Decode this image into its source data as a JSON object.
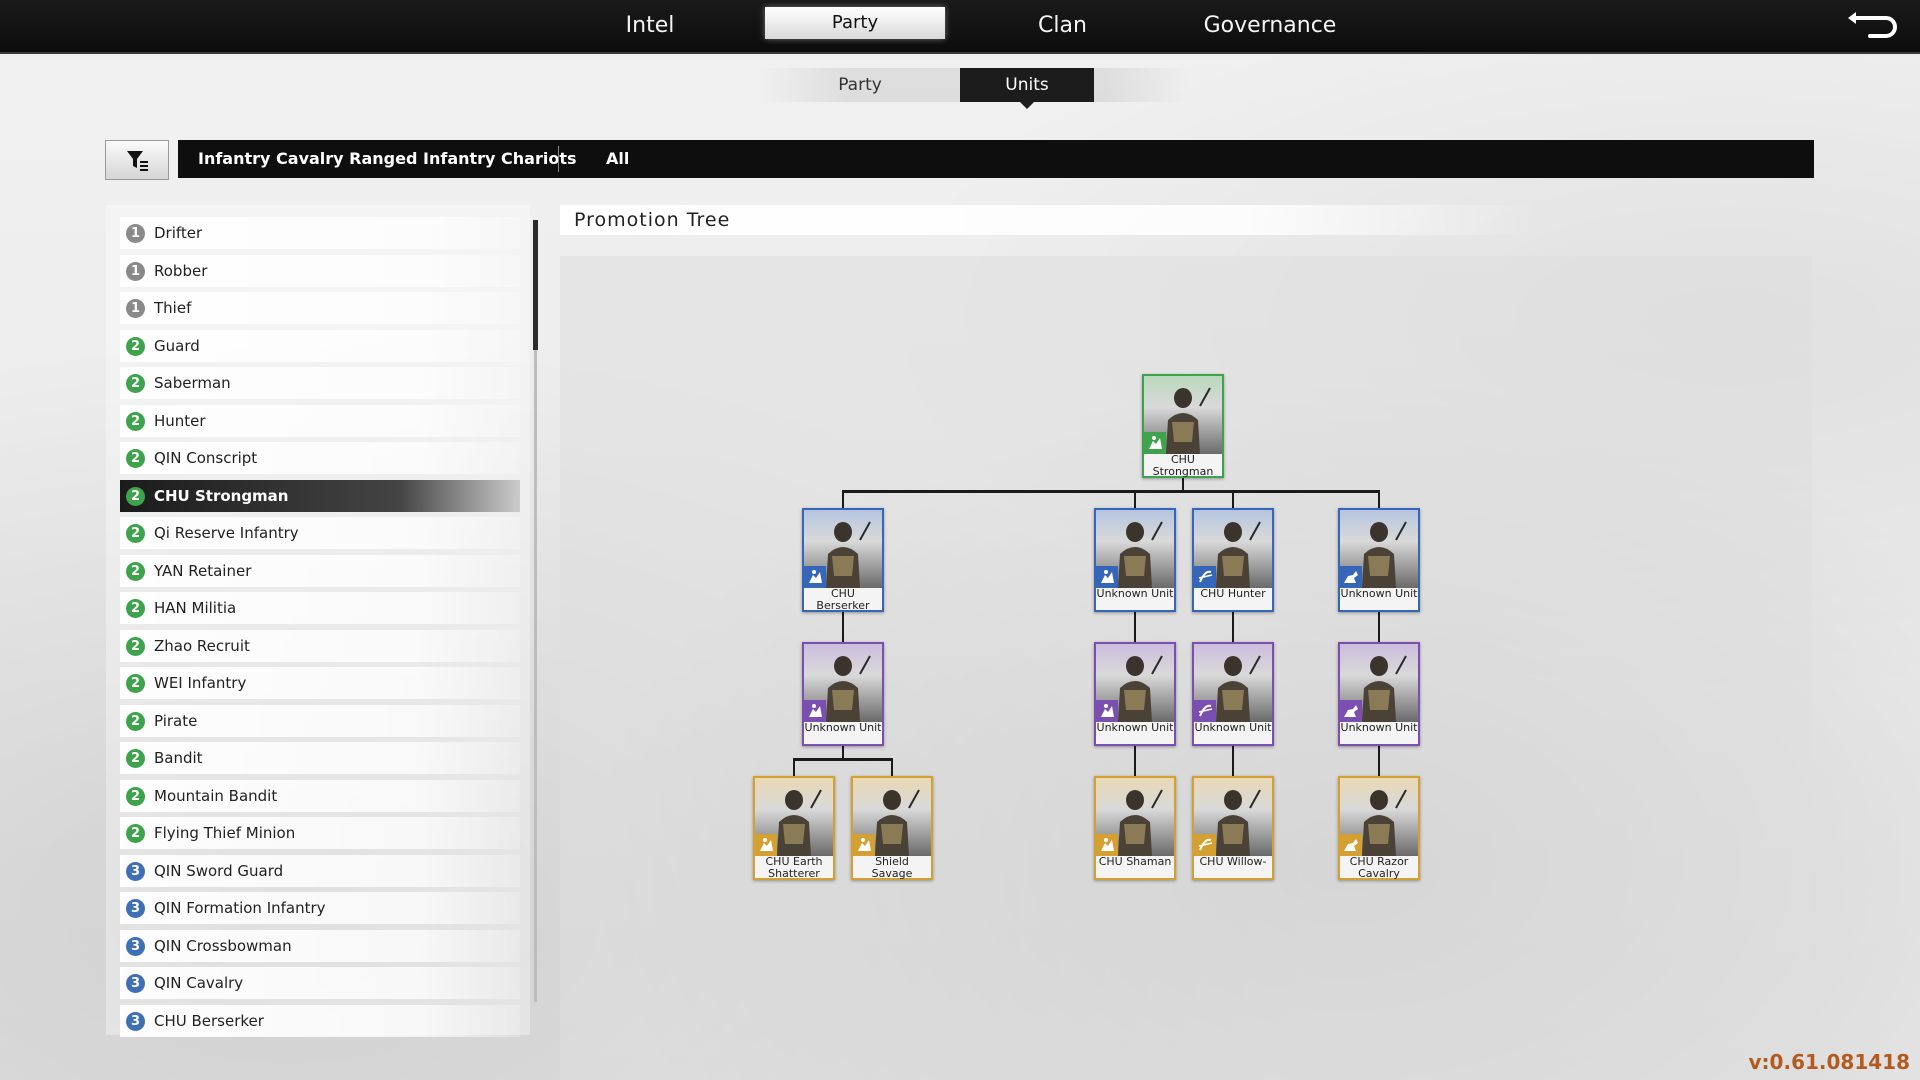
{
  "nav": {
    "tabs": [
      {
        "label": "Intel"
      },
      {
        "label": "Party"
      },
      {
        "label": "Clan"
      },
      {
        "label": "Governance"
      }
    ],
    "active_tab": "Party"
  },
  "subnav": {
    "tabs": [
      {
        "label": "Party"
      },
      {
        "label": "Units"
      }
    ],
    "active_tab": "Units"
  },
  "filter": {
    "categories_label": "Infantry Cavalry Ranged Infantry Chariots",
    "all_label": "All"
  },
  "unit_list": [
    {
      "tier": "1",
      "name": "Drifter"
    },
    {
      "tier": "1",
      "name": "Robber"
    },
    {
      "tier": "1",
      "name": "Thief"
    },
    {
      "tier": "2",
      "name": "Guard"
    },
    {
      "tier": "2",
      "name": "Saberman"
    },
    {
      "tier": "2",
      "name": "Hunter"
    },
    {
      "tier": "2",
      "name": "QIN Conscript"
    },
    {
      "tier": "2",
      "name": "CHU Strongman"
    },
    {
      "tier": "2",
      "name": "Qi Reserve Infantry"
    },
    {
      "tier": "2",
      "name": "YAN Retainer"
    },
    {
      "tier": "2",
      "name": "HAN Militia"
    },
    {
      "tier": "2",
      "name": "Zhao Recruit"
    },
    {
      "tier": "2",
      "name": "WEI Infantry"
    },
    {
      "tier": "2",
      "name": "Pirate"
    },
    {
      "tier": "2",
      "name": "Bandit"
    },
    {
      "tier": "2",
      "name": "Mountain Bandit"
    },
    {
      "tier": "2",
      "name": "Flying Thief Minion"
    },
    {
      "tier": "3",
      "name": "QIN Sword Guard"
    },
    {
      "tier": "3",
      "name": "QIN Formation Infantry"
    },
    {
      "tier": "3",
      "name": "QIN Crossbowman"
    },
    {
      "tier": "3",
      "name": "QIN Cavalry"
    },
    {
      "tier": "3",
      "name": "CHU Berserker"
    }
  ],
  "selected_unit": "CHU Strongman",
  "tier_colors": {
    "1": "#8a8a8a",
    "2": "#3fa34d",
    "3": "#3f6fb5"
  },
  "rank_colors": {
    "green": "#3fa34d",
    "blue": "#3566b8",
    "purple": "#7a4fb0",
    "gold": "#d4a032"
  },
  "promotion_tree": {
    "title": "Promotion Tree",
    "root": {
      "name": "CHU Strongman",
      "rank": "green",
      "badge_icon": "infantry-icon"
    },
    "tier2": [
      {
        "name": "CHU Berserker",
        "rank": "blue",
        "badge_icon": "infantry-icon"
      },
      {
        "name": "Unknown Unit",
        "rank": "blue",
        "badge_icon": "infantry-icon"
      },
      {
        "name": "CHU Hunter",
        "rank": "blue",
        "badge_icon": "ranged-icon"
      },
      {
        "name": "Unknown Unit",
        "rank": "blue",
        "badge_icon": "cavalry-icon"
      }
    ],
    "tier3": [
      {
        "name": "Unknown Unit",
        "rank": "purple",
        "badge_icon": "infantry-icon"
      },
      {
        "name": "Unknown Unit",
        "rank": "purple",
        "badge_icon": "infantry-icon"
      },
      {
        "name": "Unknown Unit",
        "rank": "purple",
        "badge_icon": "ranged-icon"
      },
      {
        "name": "Unknown Unit",
        "rank": "purple",
        "badge_icon": "cavalry-icon"
      }
    ],
    "tier4": [
      {
        "name": "CHU Earth Shatterer",
        "rank": "gold",
        "badge_icon": "infantry-icon"
      },
      {
        "name": "Shield Savage",
        "rank": "gold",
        "badge_icon": "infantry-icon"
      },
      {
        "name": "CHU Shaman",
        "rank": "gold",
        "badge_icon": "infantry-icon"
      },
      {
        "name": "CHU Willow-",
        "rank": "gold",
        "badge_icon": "ranged-icon"
      },
      {
        "name": "CHU Razor Cavalry",
        "rank": "gold",
        "badge_icon": "cavalry-icon"
      }
    ]
  },
  "version": "v:0.61.081418"
}
